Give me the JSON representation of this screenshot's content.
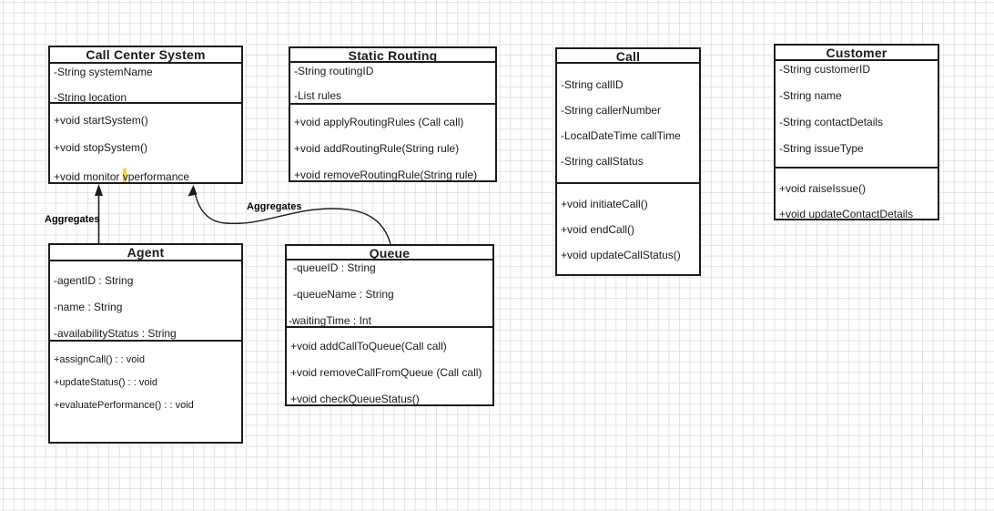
{
  "canvas": {
    "background_color": "#ffffff",
    "grid_line_color": "#e4e4e4"
  },
  "classes": [
    {
      "name": "Call Center System",
      "attributes": [
        "-String systemName",
        "-String location"
      ],
      "methods": [
        "+void startSystem()",
        "+void stopSystem()",
        "+void monitor vperformance"
      ],
      "editing": {
        "method_index": 2,
        "before_caret": "+void monitor ",
        "after_caret": "vperformance",
        "caret_color": "#ffd813"
      }
    },
    {
      "name": "Static Routing",
      "attributes": [
        "-String routingID",
        "-List rules"
      ],
      "methods": [
        "+void applyRoutingRules (Call call)",
        "+void addRoutingRule(String rule)",
        "+void removeRoutingRule(String rule)"
      ]
    },
    {
      "name": "Call",
      "attributes": [
        "-String callID",
        "-String callerNumber",
        "-LocalDateTime callTime",
        "-String callStatus"
      ],
      "methods": [
        "+void initiateCall()",
        "+void endCall()",
        "+void updateCallStatus()"
      ]
    },
    {
      "name": "Customer",
      "attributes": [
        "-String customerID",
        "-String name",
        "-String contactDetails",
        "-String issueType"
      ],
      "methods": [
        "+void raiseIssue()",
        "+void updateContactDetails"
      ]
    },
    {
      "name": "Agent",
      "attributes": [
        "-agentID : String",
        "-name : String",
        "-availabilityStatus : String"
      ],
      "methods": [
        "+assignCall() : : void",
        "+updateStatus() : : void",
        "+evaluatePerformance() : : void"
      ]
    },
    {
      "name": "Queue",
      "attributes": [
        "-queueID : String",
        "-queueName : String",
        "-waitingTime : Int"
      ],
      "methods": [
        "+void addCallToQueue(Call call)",
        "+void removeCallFromQueue (Call call)",
        "+void checkQueueStatus()"
      ]
    }
  ],
  "relationships": [
    {
      "label": "Aggregates",
      "from": "Agent",
      "to": "Call Center System",
      "shape": "straight-arrow",
      "color": "#1c1c1c"
    },
    {
      "label": "Aggregates",
      "from": "Queue",
      "to": "Call Center System",
      "shape": "curved-arrow",
      "color": "#1c1c1c"
    }
  ]
}
